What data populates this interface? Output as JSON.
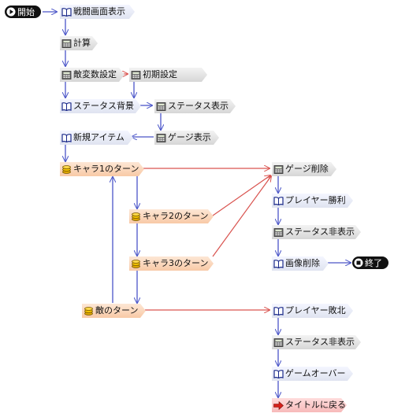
{
  "nodes": {
    "start": "開始",
    "battle_screen": "戦闘画面表示",
    "calc": "計算",
    "enemy_vars": "敵変数設定",
    "init": "初期設定",
    "status_bg": "ステータス背景",
    "status_show": "ステータス表示",
    "gauge_show": "ゲージ表示",
    "new_item": "新規アイテム",
    "chara1_turn": "キャラ1のターン",
    "chara2_turn": "キャラ2のターン",
    "chara3_turn": "キャラ3のターン",
    "enemy_turn": "敵のターン",
    "gauge_delete": "ゲージ削除",
    "player_win": "プレイヤー勝利",
    "status_hide_1": "ステータス非表示",
    "image_delete": "画像削除",
    "end": "終了",
    "player_lose": "プレイヤー敗北",
    "status_hide_2": "ステータス非表示",
    "game_over": "ゲームオーバー",
    "back_title": "タイトルに戻る"
  },
  "colors": {
    "flow_edge": "#4a55c8",
    "jump_edge": "#d9534f",
    "script_node": "#e6e9f5",
    "calc_node": "#dcdcdc",
    "char_node": "#fbd3b5",
    "back_node": "#f9c4c4",
    "terminal": "#111111"
  },
  "icons": {
    "script": "book-icon",
    "calc": "calculator-icon",
    "char": "coins-icon",
    "back": "red-arrow-icon",
    "start": "play-icon",
    "end": "stop-icon"
  }
}
